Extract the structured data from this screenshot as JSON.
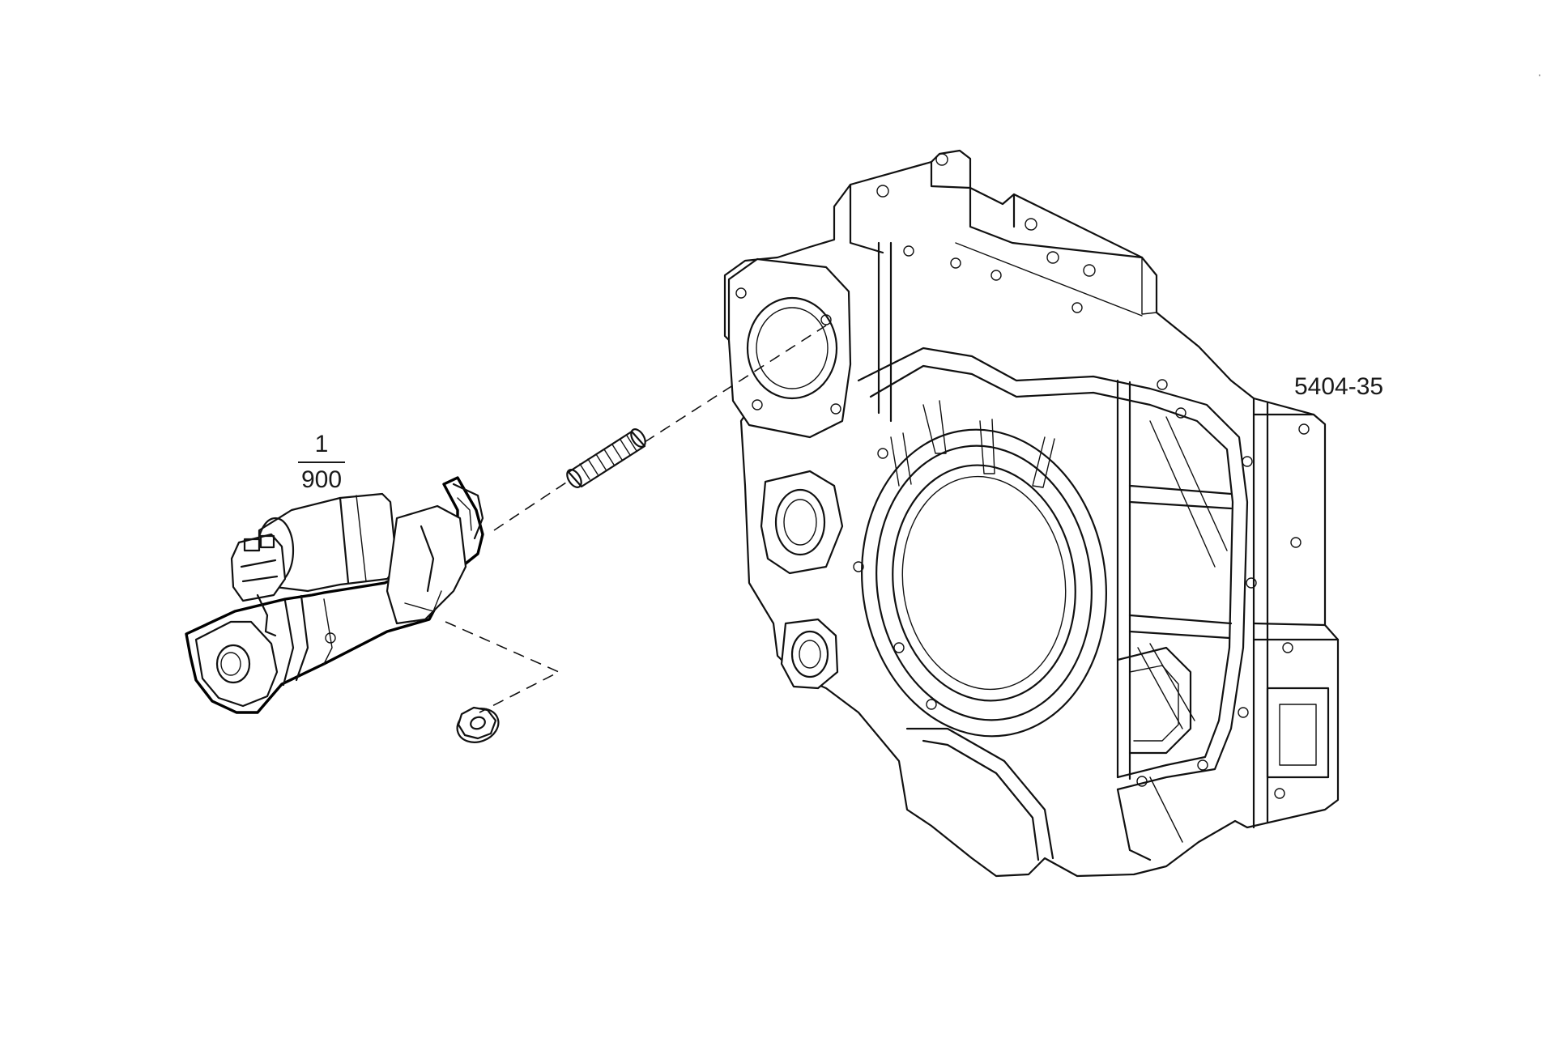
{
  "callout": {
    "item_number": "1",
    "quantity_code": "900"
  },
  "figure": {
    "reference_id": "5404-35"
  },
  "corner_mark": "'",
  "parts": [
    {
      "name": "starter-motor"
    },
    {
      "name": "stud"
    },
    {
      "name": "flange-nut"
    },
    {
      "name": "flywheel-housing"
    }
  ]
}
